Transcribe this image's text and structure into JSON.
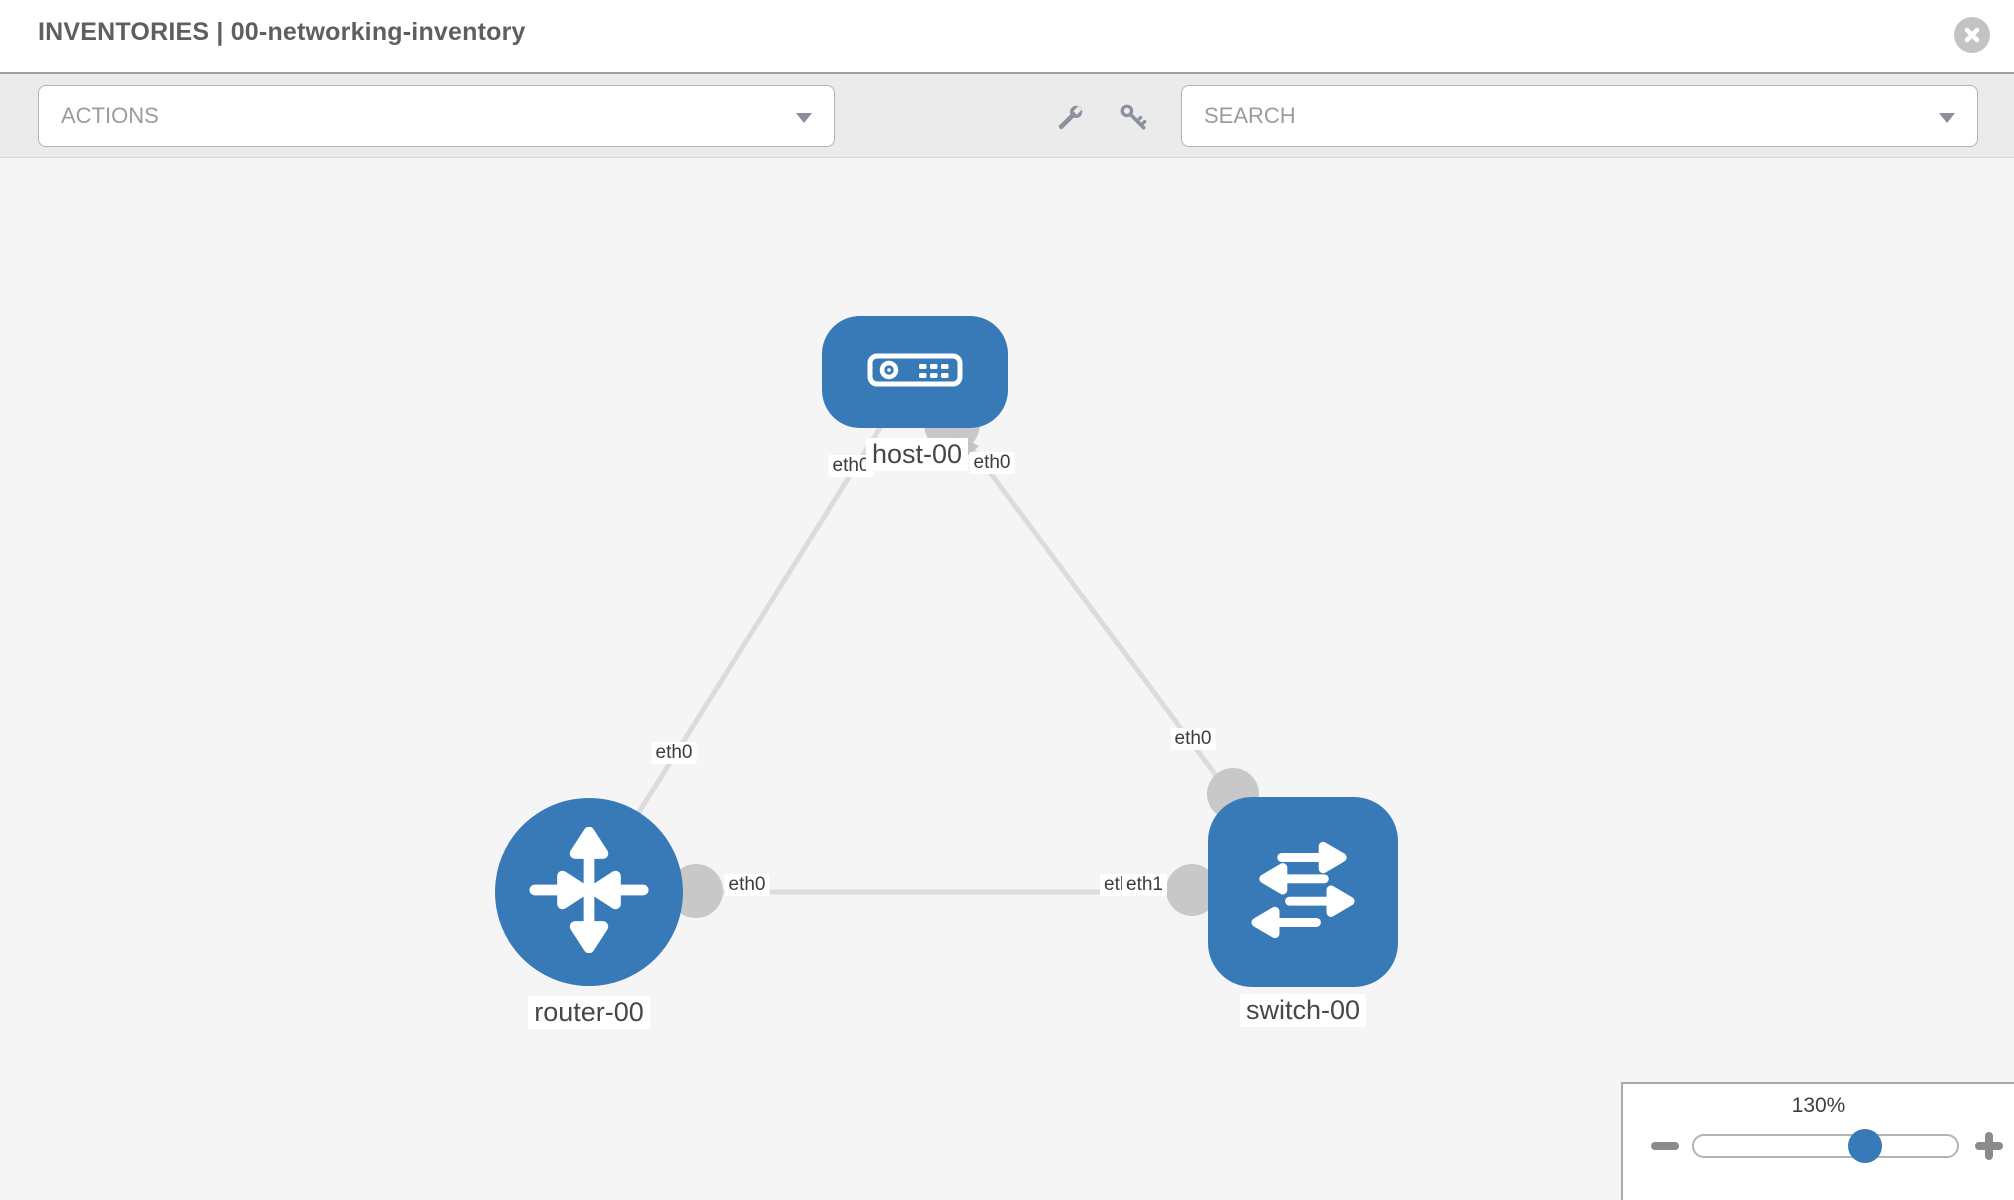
{
  "header": {
    "title": "INVENTORIES | 00-networking-inventory"
  },
  "toolbar": {
    "actions_label": "ACTIONS",
    "search_label": "SEARCH",
    "icons": [
      "wrench-icon",
      "key-icon"
    ]
  },
  "topology": {
    "nodes": [
      {
        "label": "host-00",
        "type": "host"
      },
      {
        "label": "router-00",
        "type": "router"
      },
      {
        "label": "switch-00",
        "type": "switch"
      }
    ],
    "interfaces": {
      "host_to_router": "eth0",
      "host_to_switch": "eth0",
      "router_to_host": "eth0",
      "router_to_switch": "eth0",
      "switch_to_host": "eth0",
      "switch_to_router": "eth1",
      "switch_to_router_under": "eth0"
    },
    "links": [
      {
        "from": "host-00",
        "to": "router-00",
        "from_if": "eth0",
        "to_if": "eth0"
      },
      {
        "from": "host-00",
        "to": "switch-00",
        "from_if": "eth0",
        "to_if": "eth0"
      },
      {
        "from": "router-00",
        "to": "switch-00",
        "from_if": "eth0",
        "to_if": "eth1"
      }
    ]
  },
  "zoom_control": {
    "level": "130%"
  },
  "colors": {
    "node_blue": "#377ab7",
    "link_gray": "#dcdcdc",
    "connector_gray": "#c8c8c8",
    "toolbar_bg": "#ebebeb",
    "canvas_bg": "#f5f5f6"
  }
}
